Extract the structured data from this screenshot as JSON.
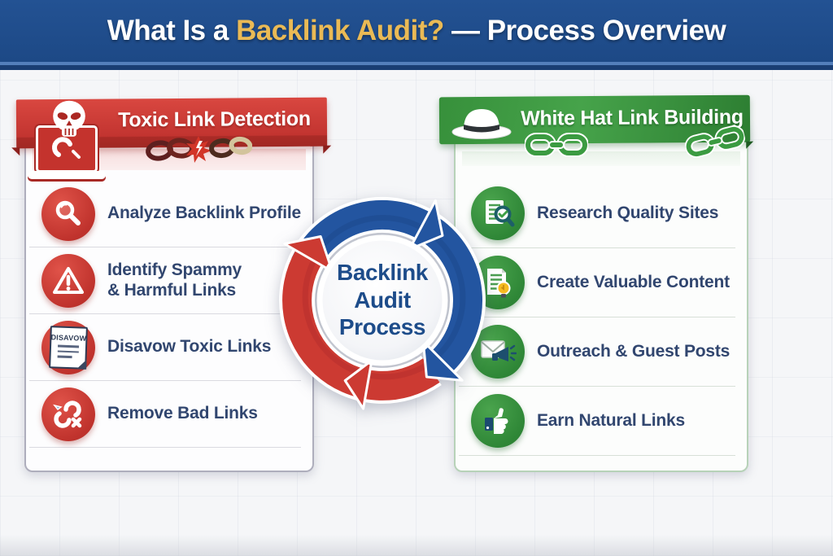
{
  "header": {
    "prefix": "What Is a ",
    "highlight": "Backlink Audit?",
    "suffix": " — Process Overview"
  },
  "left_panel": {
    "title": "Toxic Link Detection",
    "header_icons": [
      "skull-laptop-icon",
      "broken-chain-icon"
    ],
    "items": [
      {
        "icon": "magnifier-icon",
        "label": "Analyze Backlink Profile"
      },
      {
        "icon": "warning-triangle-icon",
        "label": "Identify Spammy\n& Harmful Links"
      },
      {
        "icon": "disavow-document-icon",
        "label": "Disavow Toxic Links",
        "doc_text": "DISAVOW"
      },
      {
        "icon": "remove-link-icon",
        "label": "Remove Bad Links"
      }
    ]
  },
  "right_panel": {
    "title": "White Hat Link Building",
    "header_icons": [
      "white-hat-icon",
      "chain-link-icon",
      "chain-link-icon"
    ],
    "items": [
      {
        "icon": "research-magnifier-check-icon",
        "label": "Research Quality Sites"
      },
      {
        "icon": "content-lightbulb-icon",
        "label": "Create Valuable Content"
      },
      {
        "icon": "outreach-envelope-megaphone-icon",
        "label": "Outreach & Guest Posts"
      },
      {
        "icon": "thumbs-up-icon",
        "label": "Earn Natural Links"
      }
    ]
  },
  "center": {
    "label": "Backlink\nAudit\nProcess"
  },
  "colors": {
    "header_blue": "#1e4b8b",
    "title_gold": "#eaba55",
    "toxic_red": "#c43530",
    "whitehat_green": "#338c38",
    "label_navy": "#31466f",
    "cycle_blue": "#2355a0",
    "cycle_red": "#cc3a32",
    "center_text_blue": "#1d4c8a"
  }
}
